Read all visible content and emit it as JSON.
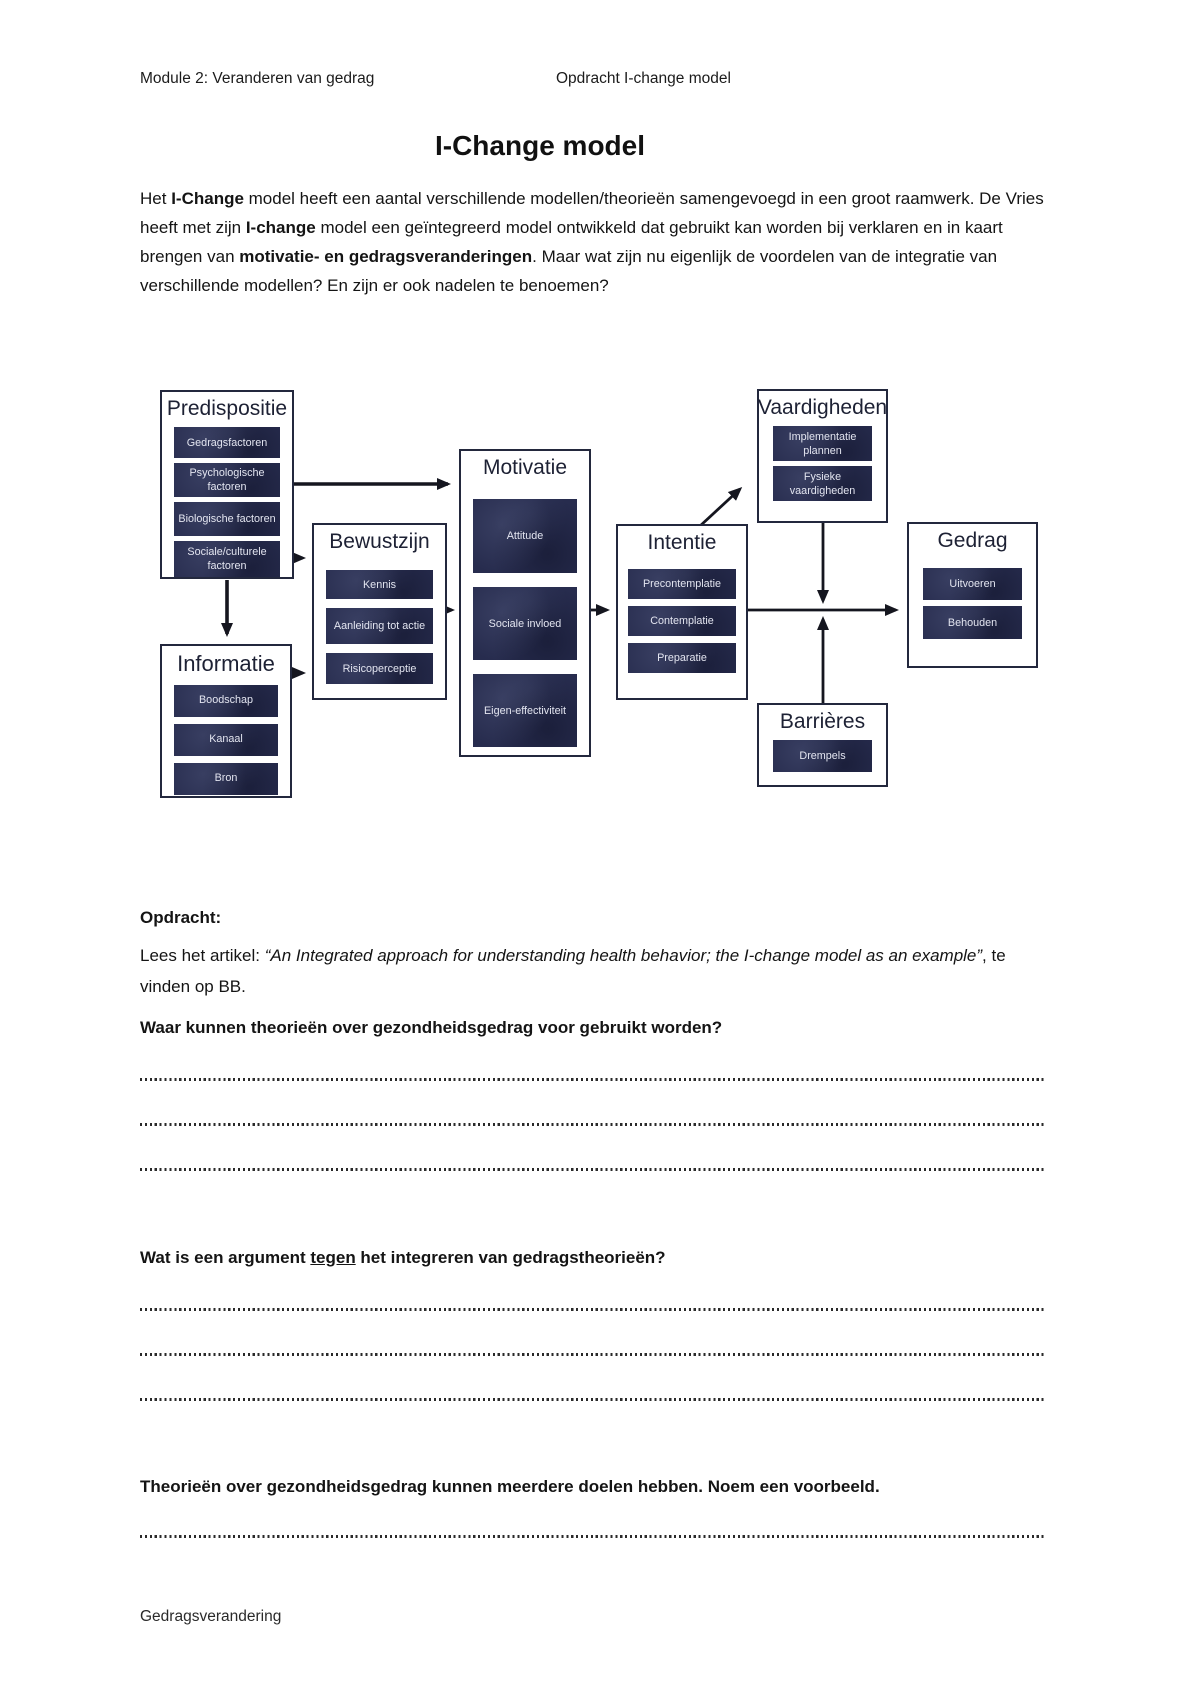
{
  "header": {
    "left": "Module 2: Veranderen van gedrag",
    "right": "Opdracht I-change model"
  },
  "title": "I-Change model",
  "intro_runs": [
    {
      "t": "Het "
    },
    {
      "t": "I-Change",
      "b": true
    },
    {
      "t": " model heeft een aantal verschillende modellen/theorieën samengevoegd in een groot raamwerk. De Vries heeft met zijn "
    },
    {
      "t": "I-change",
      "b": true
    },
    {
      "t": " model een geïntegreerd model ontwikkeld dat gebruikt kan worden bij verklaren en in kaart brengen van "
    },
    {
      "t": "motivatie- en gedragsveranderingen",
      "b": true
    },
    {
      "t": ". Maar wat zijn nu eigenlijk de voordelen van de integratie van verschillende modellen? En zijn er ook nadelen te benoemen?"
    }
  ],
  "diagram": {
    "predispositie": {
      "title": "Predispositie",
      "items": [
        "Gedragsfactoren",
        "Psychologische factoren",
        "Biologische factoren",
        "Sociale/culturele factoren"
      ]
    },
    "informatie": {
      "title": "Informatie",
      "items": [
        "Boodschap",
        "Kanaal",
        "Bron"
      ]
    },
    "bewustzijn": {
      "title": "Bewustzijn",
      "items": [
        "Kennis",
        "Aanleiding tot actie",
        "Risicoperceptie"
      ]
    },
    "motivatie": {
      "title": "Motivatie",
      "items": [
        "Attitude",
        "Sociale invloed",
        "Eigen-effectiviteit"
      ]
    },
    "intentie": {
      "title": "Intentie",
      "items": [
        "Precontemplatie",
        "Contemplatie",
        "Preparatie"
      ]
    },
    "vaardigheden": {
      "title": "Vaardigheden",
      "items": [
        "Implementatie plannen",
        "Fysieke vaardigheden"
      ]
    },
    "barrieres": {
      "title": "Barrières",
      "items": [
        "Drempels"
      ]
    },
    "gedrag": {
      "title": "Gedrag",
      "items": [
        "Uitvoeren",
        "Behouden"
      ]
    }
  },
  "opdracht": {
    "label": "Opdracht:",
    "article_runs": [
      {
        "t": "Lees het artikel: "
      },
      {
        "t": "“An Integrated approach for understanding health behavior; the I-change model as an example”",
        "i": true
      },
      {
        "t": ", te vinden op BB."
      }
    ]
  },
  "questions": [
    {
      "runs": [
        {
          "t": "Waar kunnen theorieën over gezondheidsgedrag voor gebruikt worden?"
        }
      ]
    },
    {
      "runs": [
        {
          "t": "Wat is een argument "
        },
        {
          "t": "tegen",
          "u": true
        },
        {
          "t": " het integreren van gedragstheorieën?"
        }
      ]
    },
    {
      "runs": [
        {
          "t": "Theorieën over gezondheidsgedrag kunnen meerdere doelen hebben. Noem een voorbeeld."
        }
      ]
    }
  ],
  "footer": "Gedragsverandering",
  "colors": {
    "sub_box_bg": "#272c4e",
    "sub_box_text": "#e3e5f0",
    "outer_border": "#23283d",
    "arrow": "#15161f"
  }
}
